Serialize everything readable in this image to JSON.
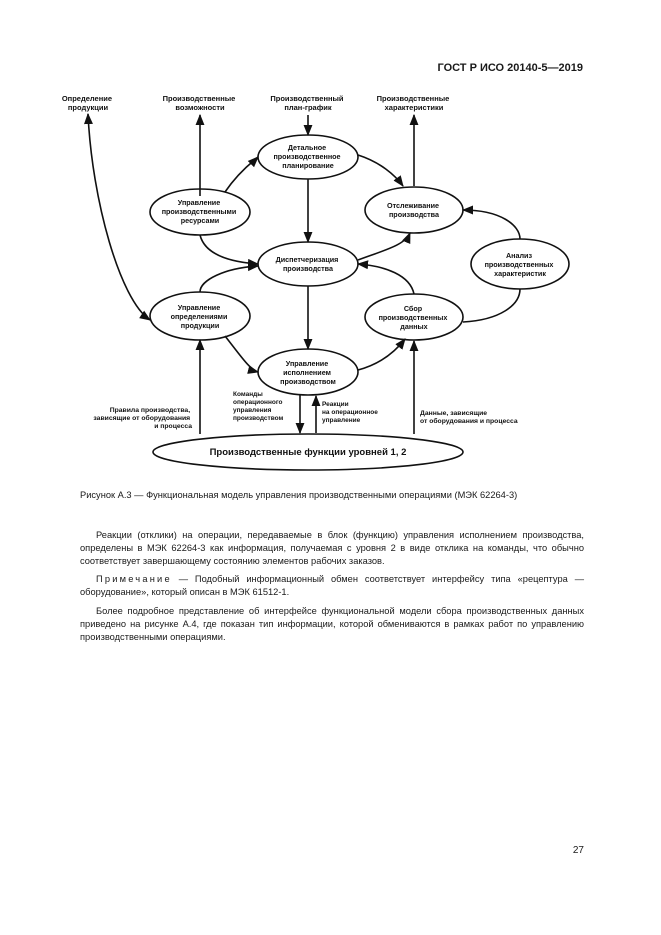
{
  "header": {
    "standard": "ГОСТ Р ИСО 20140-5—2019"
  },
  "diagram": {
    "top_labels": {
      "product_definition": [
        "Определение",
        "продукции"
      ],
      "capability": [
        "Производственные",
        "возможности"
      ],
      "schedule": [
        "Производственный",
        "план-график"
      ],
      "performance": [
        "Производственные",
        "характеристики"
      ]
    },
    "nodes": {
      "detailed_scheduling": [
        "Детальное",
        "производственное",
        "планирование"
      ],
      "resource_management": [
        "Управление",
        "производственными",
        "ресурсами"
      ],
      "tracking": [
        "Отслеживание",
        "производства"
      ],
      "dispatching": [
        "Диспетчеризация",
        "производства"
      ],
      "analysis": [
        "Анализ",
        "производственных",
        "характеристик"
      ],
      "definition_management": [
        "Управление",
        "определениями",
        "продукции"
      ],
      "data_collection": [
        "Сбор",
        "производственных",
        "данных"
      ],
      "execution_management": [
        "Управление",
        "исполнением",
        "производством"
      ]
    },
    "flows": {
      "rules": [
        "Правила производства,",
        "зависящие от оборудования",
        "и процесса"
      ],
      "commands": [
        "Команды",
        "операционного",
        "управления",
        "производством"
      ],
      "responses": [
        "Реакции",
        "на операционное",
        "управление"
      ],
      "equipment_data": [
        "Данные, зависящие",
        "от оборудования и процесса"
      ]
    },
    "levels_label": "Производственные функции уровней 1, 2"
  },
  "caption": "Рисунок А.3 — Функциональная модель управления производственными операциями (МЭК 62264-3)",
  "body": {
    "paragraph1": "Реакции (отклики) на операции, передаваемые в блок (функцию) управления исполнением производства, определены в МЭК 62264-3 как информация, получаемая с уровня 2 в виде отклика на команды, что обычно соответствует завершающему состоянию элементов рабочих заказов.",
    "note_label": "Примечание",
    "note_text": " — Подобный информационный обмен соответствует интерфейсу типа «рецептура — оборудование», который описан в МЭК 61512-1.",
    "paragraph3": "Более подробное представление об интерфейсе функциональной модели сбора производственных данных приведено на рисунке А.4, где показан тип информации, которой обмениваются в рамках работ по управлению производственными операциями."
  },
  "page_number": "27"
}
